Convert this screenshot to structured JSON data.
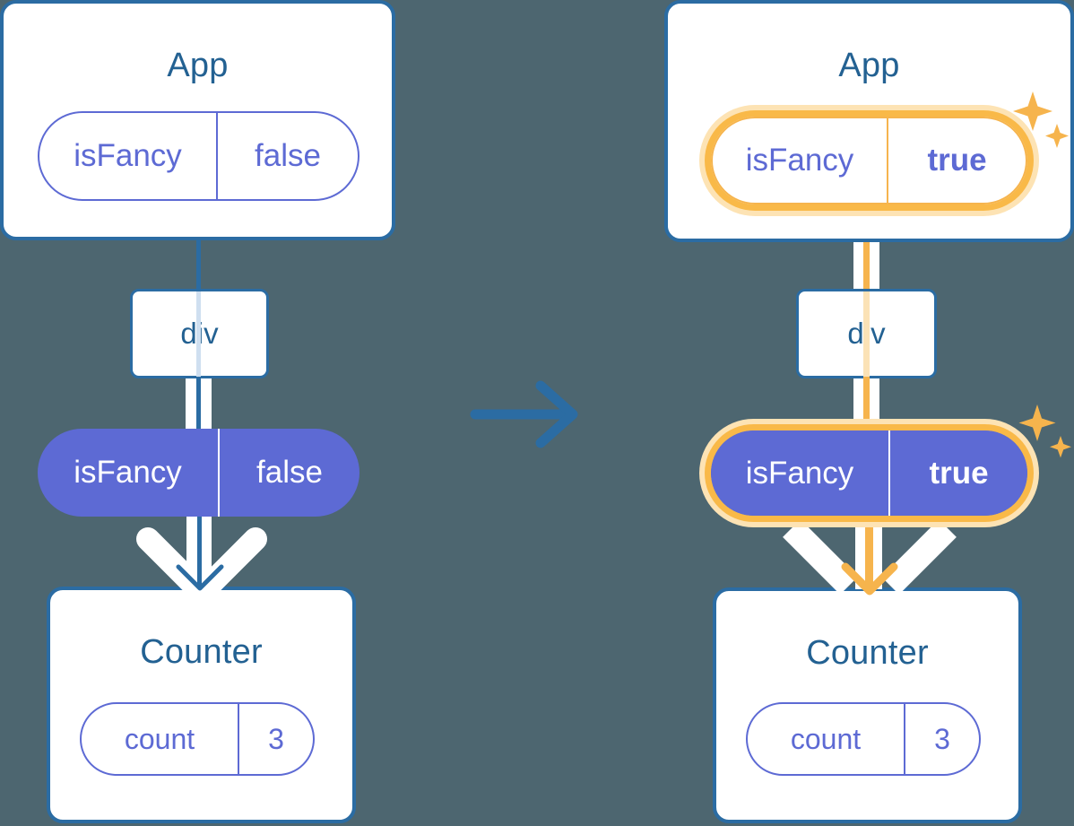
{
  "diagram": {
    "title": "React state lifting: isFancy prop flows from App through div to Counter",
    "colors": {
      "background": "#4d6670",
      "card_border": "#2b6ca3",
      "title_text": "#236192",
      "pill_purple": "#5d6ad4",
      "pill_outline_text": "#5d6ad4",
      "highlight_amber": "#f6b44d",
      "highlight_amber_soft": "#fbe2b6",
      "connector_white": "#ffffff"
    },
    "transition_icon": "right-arrow-icon"
  },
  "before": {
    "app": {
      "title": "App",
      "state": {
        "name": "isFancy",
        "value": "false",
        "highlighted": false
      }
    },
    "dom": {
      "label": "div"
    },
    "prop": {
      "name": "isFancy",
      "value": "false",
      "highlighted": false
    },
    "counter": {
      "title": "Counter",
      "state": {
        "name": "count",
        "value": "3",
        "highlighted": false
      }
    }
  },
  "after": {
    "app": {
      "title": "App",
      "state": {
        "name": "isFancy",
        "value": "true",
        "highlighted": true
      }
    },
    "dom": {
      "label": "div"
    },
    "prop": {
      "name": "isFancy",
      "value": "true",
      "highlighted": true
    },
    "counter": {
      "title": "Counter",
      "state": {
        "name": "count",
        "value": "3",
        "highlighted": false
      }
    }
  }
}
